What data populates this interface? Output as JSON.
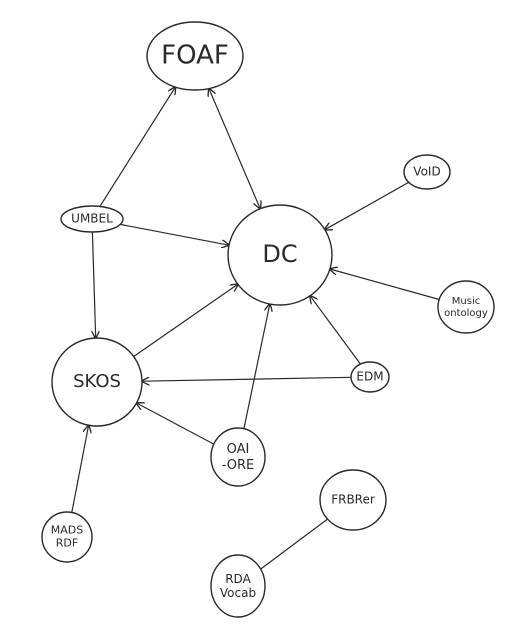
{
  "diagram": {
    "nodes": [
      {
        "id": "foaf",
        "label": "FOAF"
      },
      {
        "id": "dc",
        "label": "DC"
      },
      {
        "id": "skos",
        "label": "SKOS"
      },
      {
        "id": "umbel",
        "label": "UMBEL"
      },
      {
        "id": "void",
        "label": "VoID"
      },
      {
        "id": "music",
        "label": "Music ontology"
      },
      {
        "id": "edm",
        "label": "EDM"
      },
      {
        "id": "oaiore",
        "label": "OAI-ORE"
      },
      {
        "id": "mads",
        "label": "MADS RDF"
      },
      {
        "id": "frbr",
        "label": "FRBRer"
      },
      {
        "id": "rda",
        "label": "RDA Vocab"
      }
    ],
    "edges": [
      {
        "from": "umbel",
        "to": "foaf",
        "arrow": "end"
      },
      {
        "from": "foaf",
        "to": "dc",
        "arrow": "both"
      },
      {
        "from": "umbel",
        "to": "dc",
        "arrow": "end"
      },
      {
        "from": "umbel",
        "to": "skos",
        "arrow": "end"
      },
      {
        "from": "void",
        "to": "dc",
        "arrow": "end"
      },
      {
        "from": "music",
        "to": "dc",
        "arrow": "end"
      },
      {
        "from": "edm",
        "to": "dc",
        "arrow": "end"
      },
      {
        "from": "edm",
        "to": "skos",
        "arrow": "end"
      },
      {
        "from": "skos",
        "to": "dc",
        "arrow": "end"
      },
      {
        "from": "oaiore",
        "to": "dc",
        "arrow": "end"
      },
      {
        "from": "oaiore",
        "to": "skos",
        "arrow": "end"
      },
      {
        "from": "mads",
        "to": "skos",
        "arrow": "end"
      },
      {
        "from": "rda",
        "to": "frbr",
        "arrow": "none"
      }
    ]
  },
  "colors": {
    "ink": "#2a2a2a",
    "background": "#ffffff"
  }
}
